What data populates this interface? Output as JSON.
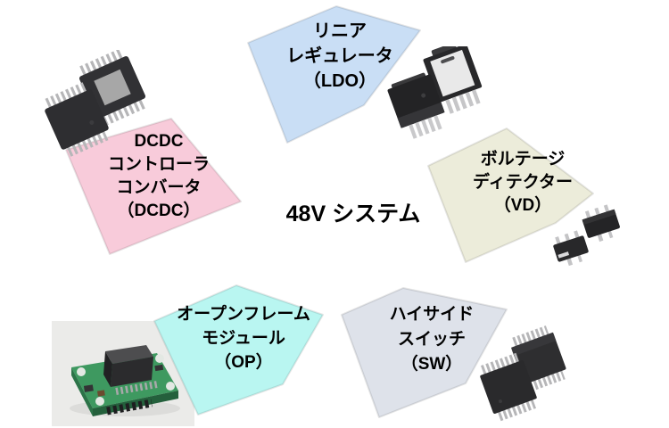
{
  "title": "48V システム",
  "banners": [
    {
      "id": "ldo",
      "lines": [
        "リニア",
        "レギュレータ",
        "（LDO）"
      ],
      "fill": "#C9DEF5"
    },
    {
      "id": "dcdc",
      "lines": [
        "DCDC",
        "コントローラ",
        "コンバータ",
        "（DCDC）"
      ],
      "fill": "#F8CBDA"
    },
    {
      "id": "vd",
      "lines": [
        "ボルテージ",
        "ディテクター",
        "（VD）"
      ],
      "fill": "#ECECDA"
    },
    {
      "id": "op",
      "lines": [
        "オープンフレーム",
        "モジュール",
        "（OP）"
      ],
      "fill": "#B9F6F1"
    },
    {
      "id": "sw",
      "lines": [
        "ハイサイド",
        "スイッチ",
        "（SW）"
      ],
      "fill": "#DEE2EA"
    }
  ],
  "images": {
    "dcdc_chips": "ssop-chip-pair",
    "ldo_chips": "to252-chip-pair",
    "vd_chips": "sot25-chip-pair",
    "sw_chips": "ssop-chip-pair",
    "op_module": "pcb-open-frame-module-photo"
  },
  "colors": {
    "background": "#FFFFFF",
    "text": "#000000"
  }
}
